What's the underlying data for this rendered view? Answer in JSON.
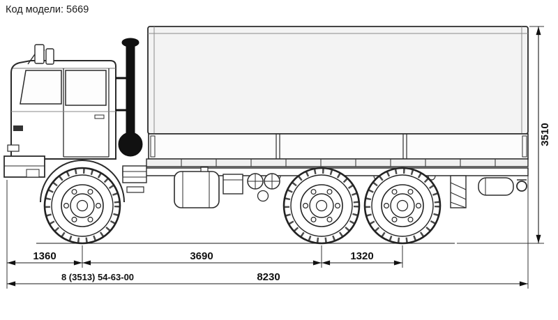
{
  "header": {
    "model_code": "Код модели: 5669"
  },
  "drawing": {
    "dimensions": {
      "overall_height": "3510",
      "front_overhang": "1360",
      "wheelbase": "3690",
      "rear_bogie": "1320",
      "overall_length": "8230"
    },
    "phone_number": "8 (3513) 54-63-00",
    "colors": {
      "line": "#222222",
      "tarp_fill": "#f3f3f3",
      "text": "#111111"
    }
  }
}
